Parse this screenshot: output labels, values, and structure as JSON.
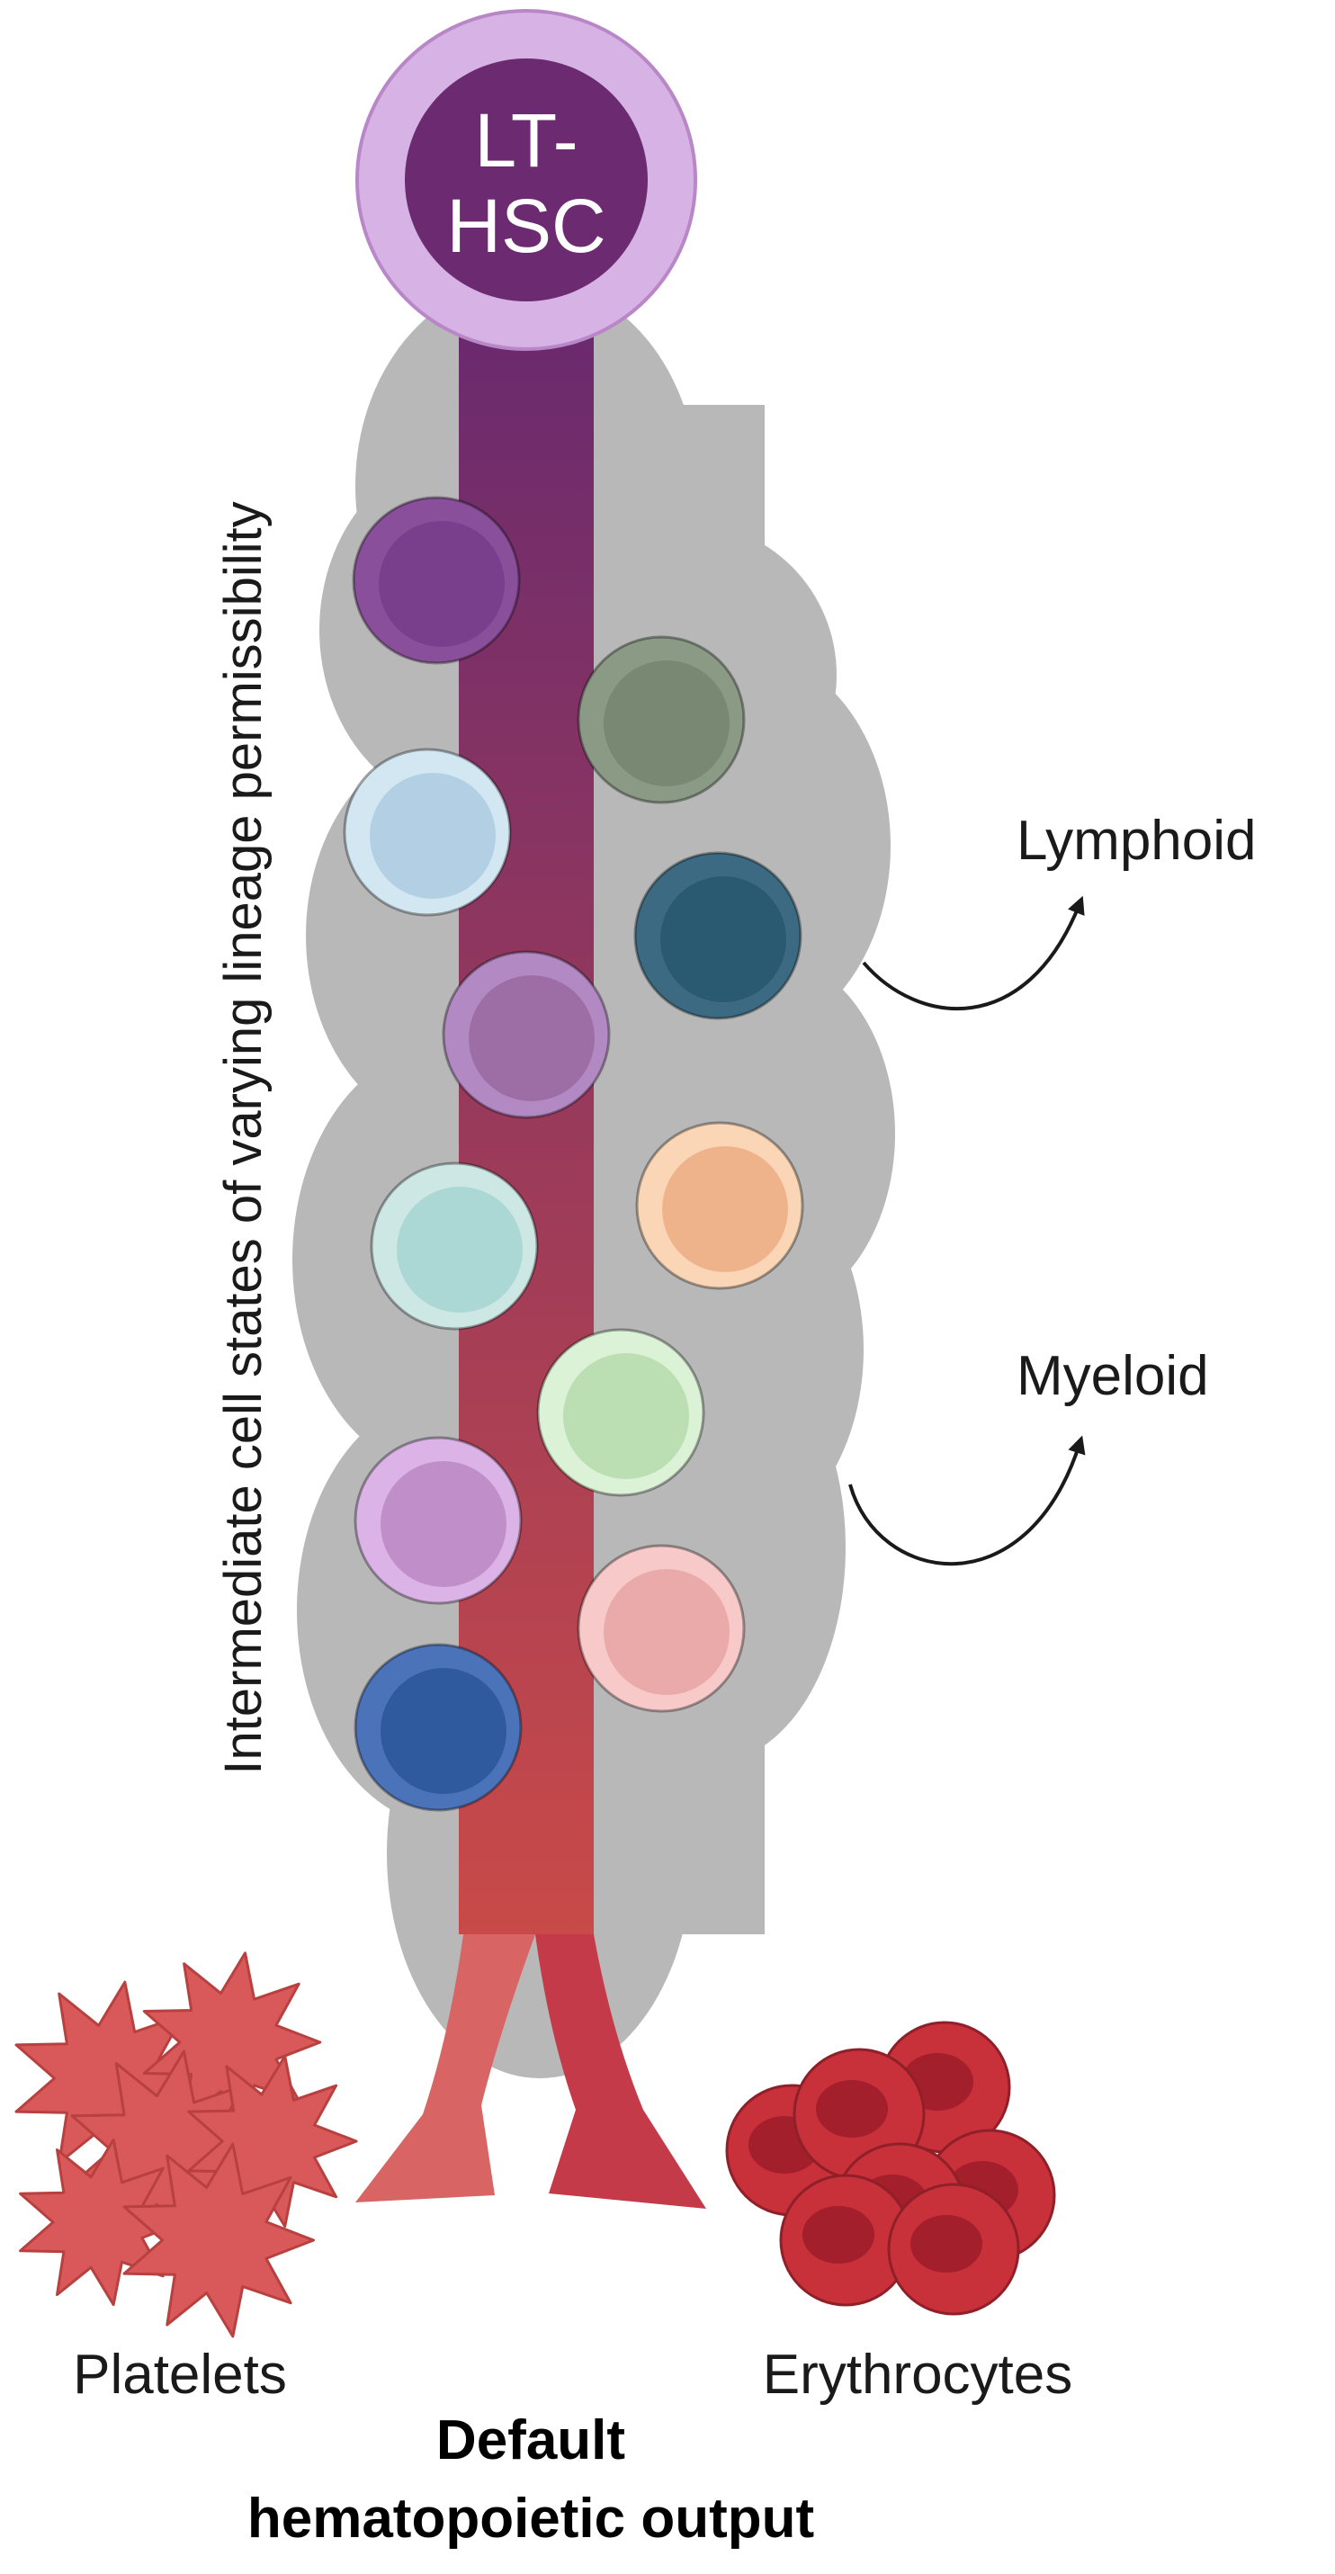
{
  "stem_cell": {
    "line1": "LT-",
    "line2": "HSC"
  },
  "side_label": "Intermediate cell states of varying lineage permissibility",
  "branches": {
    "lymphoid": "Lymphoid",
    "myeloid": "Myeloid"
  },
  "outputs": {
    "platelets": "Platelets",
    "erythrocytes": "Erythrocytes"
  },
  "footer": {
    "line1": "Default",
    "line2": "hematopoietic output"
  },
  "colors": {
    "cloud": "#b8b8b8",
    "stem_outer": "#d6b3e4",
    "stem_inner": "#6c2a70",
    "trunk_top": "#6a2a6e",
    "trunk_bottom": "#c94a48",
    "platelet_arrow": "#d86464",
    "erythrocyte_arrow": "#c43a48",
    "platelet": "#d9595b",
    "erythrocyte": "#c8303a"
  },
  "intermediate_cells": [
    {
      "name": "purple-cell",
      "outer": "#8a4f9a",
      "inner": "#7a3f8c"
    },
    {
      "name": "olive-cell",
      "outer": "#8a9a84",
      "inner": "#788872"
    },
    {
      "name": "light-blue-cell",
      "outer": "#d3e7f3",
      "inner": "#b3cfe3"
    },
    {
      "name": "teal-cell",
      "outer": "#3b6a82",
      "inner": "#2a5a72"
    },
    {
      "name": "mauve-cell",
      "outer": "#b389c4",
      "inner": "#9d6ea6"
    },
    {
      "name": "mint-cell",
      "outer": "#cde8e4",
      "inner": "#abd8d4"
    },
    {
      "name": "peach-cell",
      "outer": "#fbd6b6",
      "inner": "#efb38c"
    },
    {
      "name": "light-green-cell",
      "outer": "#dbf2d6",
      "inner": "#bbdfb3"
    },
    {
      "name": "lilac-cell",
      "outer": "#dbb3e6",
      "inner": "#c08fca"
    },
    {
      "name": "pink-cell",
      "outer": "#f8c9c9",
      "inner": "#ebaaaa"
    },
    {
      "name": "blue-cell",
      "outer": "#4a73b9",
      "inner": "#2f5a9e"
    }
  ]
}
